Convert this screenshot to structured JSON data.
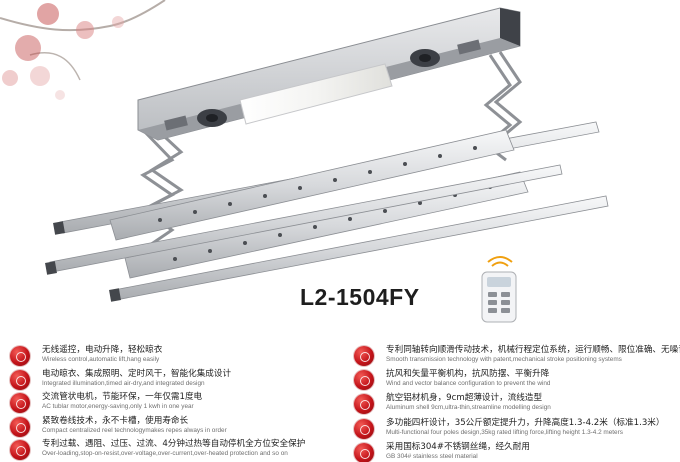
{
  "product": {
    "model": "L2-1504FY"
  },
  "colors": {
    "accent_red": "#c4141a",
    "frame_silver": "#d9dbde",
    "panel_dark": "#4a4e55"
  },
  "features_left": [
    {
      "cn": "无线遥控，电动升降，轻松晾衣",
      "en": "Wireless control,automatic lift,hang easily",
      "icon": "remote-control-icon"
    },
    {
      "cn": "电动晾衣、集成照明、定时风干，智能化集成设计",
      "en": "Integrated illumination,timed air-dry,and integrated design",
      "icon": "lamp-icon"
    },
    {
      "cn": "交流管状电机，节能环保，一年仅需1度电",
      "en": "AC tublar motor,energy-saving,only 1 kwh in one year",
      "icon": "motor-icon"
    },
    {
      "cn": "紧致卷线技术，永不卡槽，使用寿命长",
      "en": "Compact centralized reel technologymakes repes always in order",
      "icon": "reel-icon"
    },
    {
      "cn": "专利过载、遇阻、过压、过流、4分钟过热等自动停机全方位安全保护",
      "en": "Over-loading,stop-on-resist,over-voltage,over-current,over-heated protection and so on",
      "icon": "shield-icon"
    }
  ],
  "features_right": [
    {
      "cn": "专利同轴转向顺滑传动技术，机械行程定位系统，运行顺畅、限位准确、无噪音",
      "en": "Smooth transmission technology with patent,mechanical stroke positioning systems",
      "icon": "gear-icon"
    },
    {
      "cn": "抗风和矢量平衡机构，抗风防摆、平衡升降",
      "en": "Wind and vector balance configuration to prevent the wind",
      "icon": "wind-icon"
    },
    {
      "cn": "航空铝材机身，9cm超薄设计，流线造型",
      "en": "Aluminum shell 9cm,ultra-thin,streamline modelling design",
      "icon": "aluminum-icon"
    },
    {
      "cn": "多功能四杆设计，35公斤额定提升力，升降高度1.3-4.2米（标准1.3米）",
      "en": "Multi-functional four poles design,35kg rated lifting force,lifting height 1.3-4.2 meters",
      "icon": "poles-icon"
    },
    {
      "cn": "采用国标304#不锈钢丝绳，经久耐用",
      "en": "GB 304# stainless steel material",
      "icon": "wire-rope-icon"
    }
  ]
}
